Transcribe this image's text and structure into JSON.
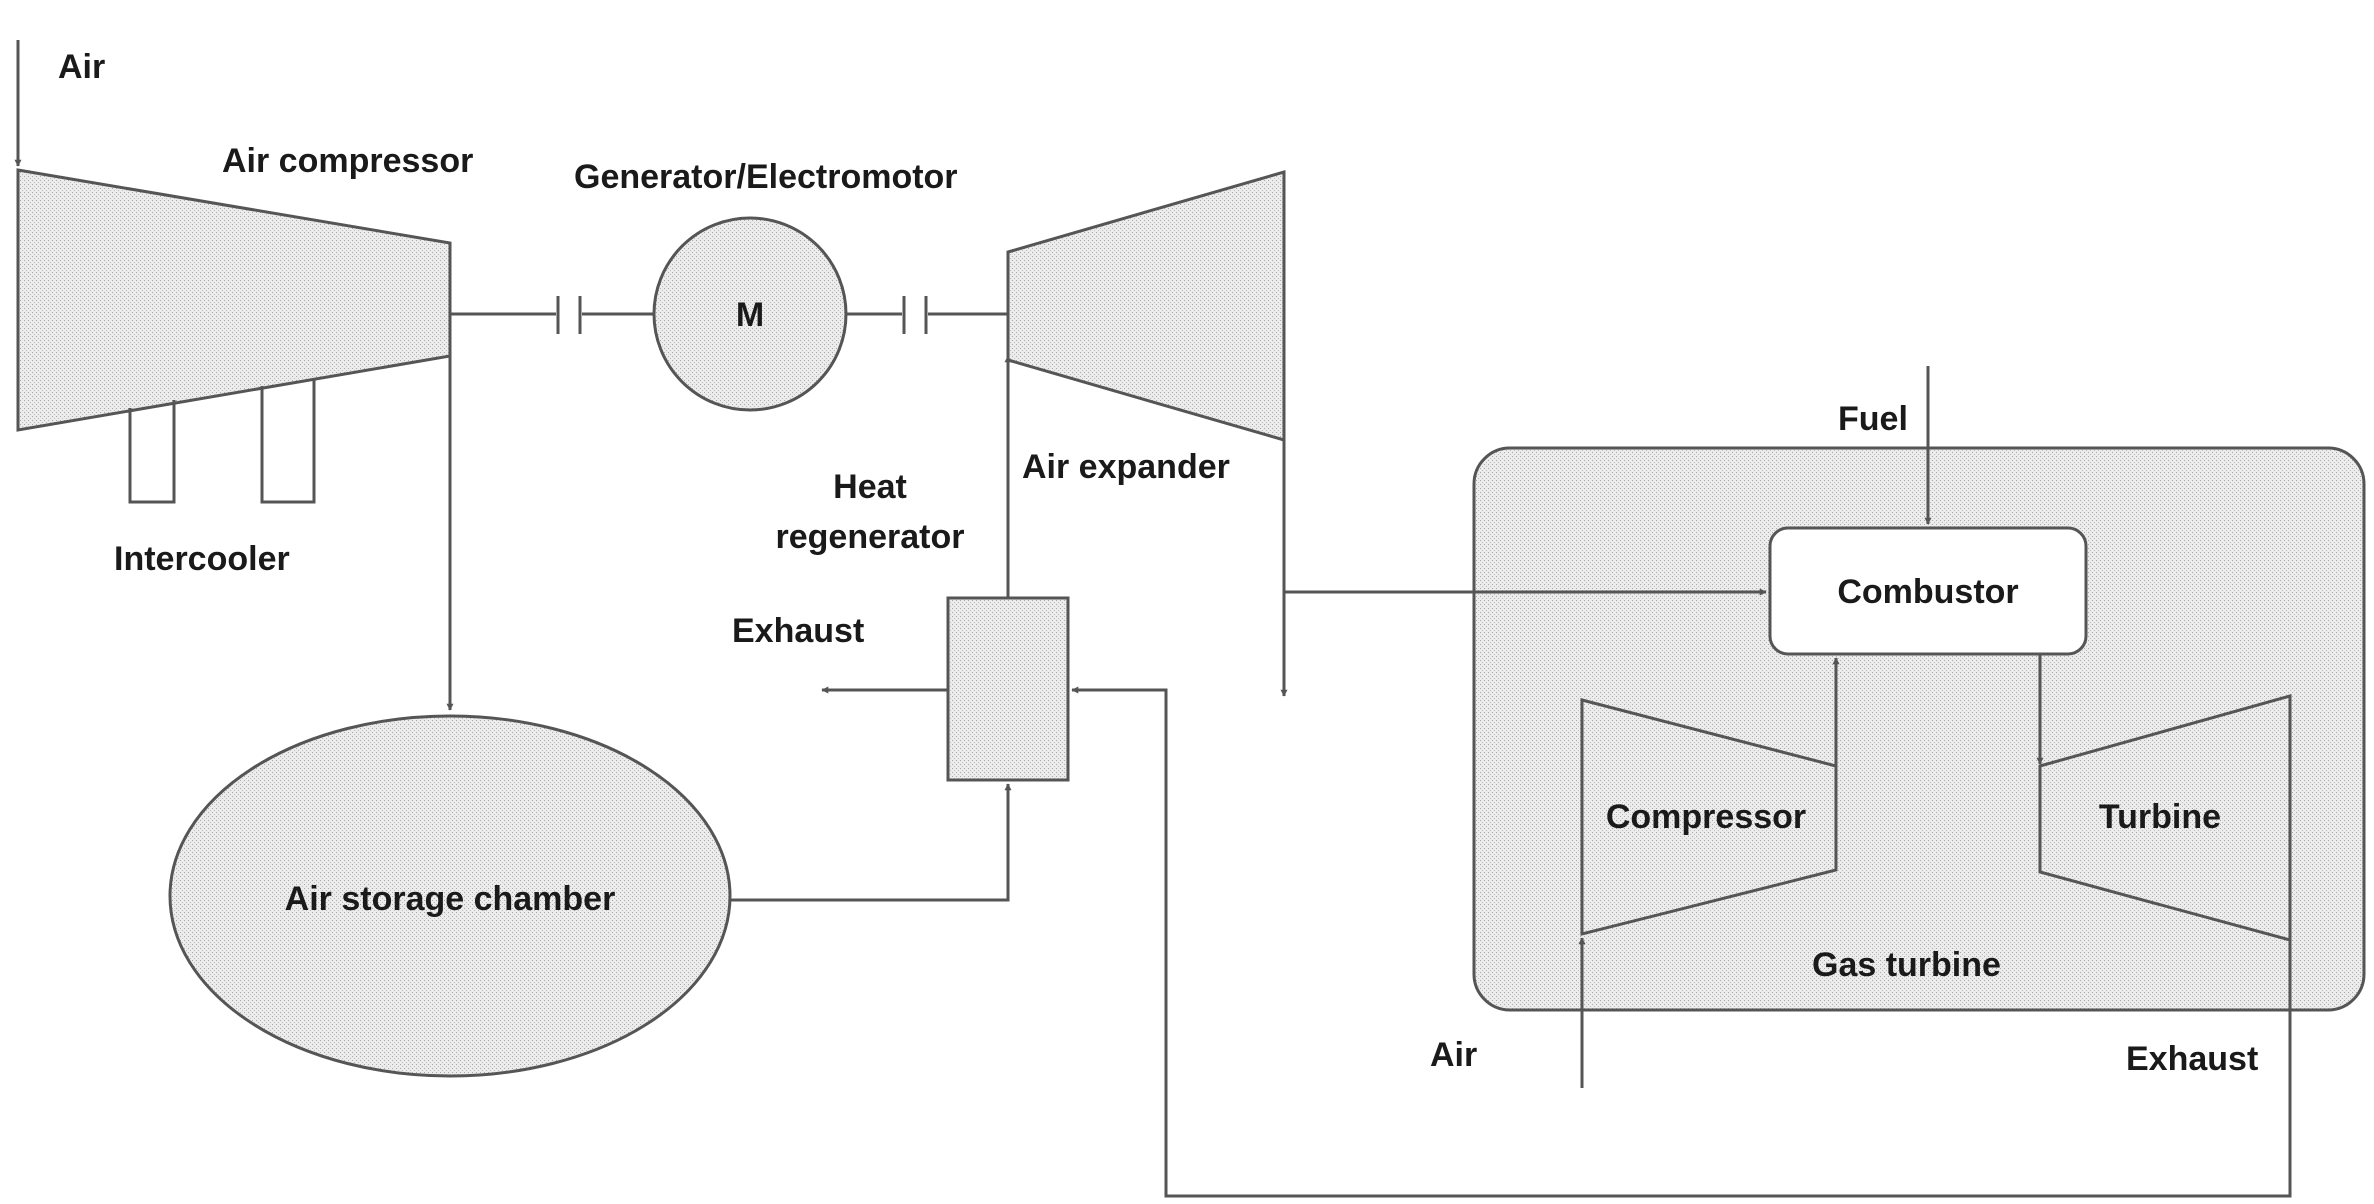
{
  "labels": {
    "air_top": "Air",
    "air_compressor": "Air compressor",
    "generator": "Generator/Electromotor",
    "motor": "M",
    "intercooler": "Intercooler",
    "heat_line1": "Heat",
    "heat_line2": "regenerator",
    "air_expander": "Air expander",
    "exhaust_left": "Exhaust",
    "air_storage": "Air storage chamber",
    "fuel": "Fuel",
    "combustor": "Combustor",
    "compressor": "Compressor",
    "turbine": "Turbine",
    "gas_turbine": "Gas turbine",
    "air_bottom": "Air",
    "exhaust_right": "Exhaust"
  },
  "colors": {
    "line": "#555555",
    "text": "#1a1a1a",
    "shade": "#e6e6e6"
  }
}
